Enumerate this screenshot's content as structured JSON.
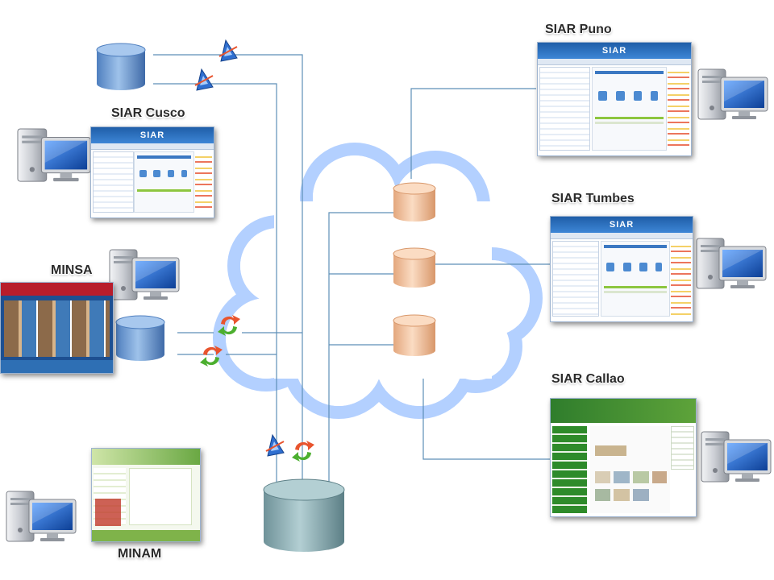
{
  "labels": {
    "siar_puno": "SIAR Puno",
    "siar_cusco": "SIAR Cusco",
    "siar_tumbes": "SIAR Tumbes",
    "minsa": "MINSA",
    "siar_callao": "SIAR Callao",
    "minam": "MINAM"
  },
  "screenshots": {
    "siar_title": "SIAR"
  },
  "colors": {
    "cloud_fill": "#ffffff",
    "cloud_stroke": "#b3d0ff",
    "connector": "#5d8fb8",
    "db_blue": "#6d9bd1",
    "db_peach": "#f2c09a",
    "db_teal": "#8fb1b7",
    "monitor_screen": "#1e62c4"
  },
  "icons": {
    "sync_arrows": "circular-arrows-icon",
    "gear_rocket": "blue-gear-icon",
    "desktop": "desktop-computer-icon",
    "database": "database-cylinder-icon"
  }
}
